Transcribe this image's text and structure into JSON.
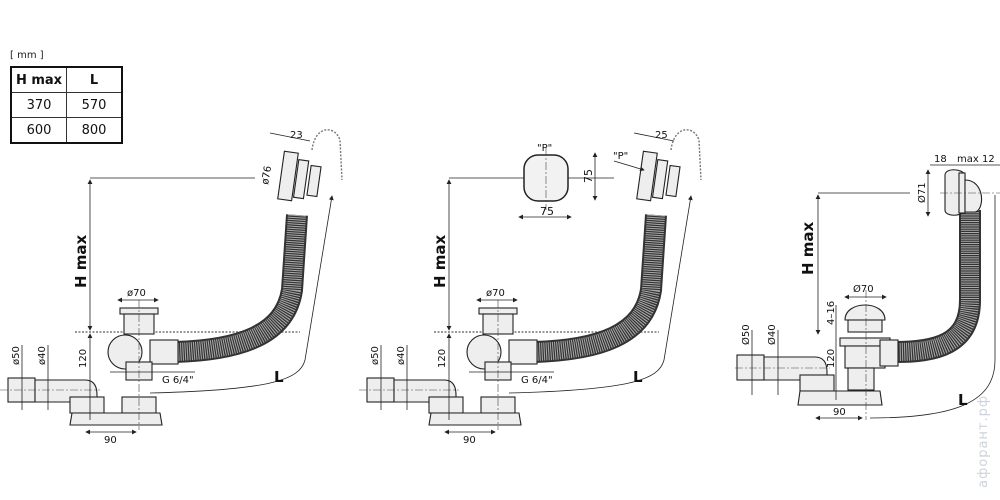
{
  "table": {
    "units": "[ mm ]",
    "headers": [
      "H max",
      "L"
    ],
    "rows": [
      [
        "370",
        "570"
      ],
      [
        "600",
        "800"
      ]
    ]
  },
  "drawing_1": {
    "h_max": "H max",
    "overflow_dia": "ø76",
    "overflow_depth": "23",
    "plug_dia": "ø70",
    "height": "120",
    "thread": "G 6/4\"",
    "pipe_dia_outer": "ø50",
    "pipe_dia_inner": "ø40",
    "offset": "90",
    "length": "L"
  },
  "drawing_2": {
    "h_max": "H max",
    "cap_label": "\"P\"",
    "cap_width": "75",
    "cap_height": "75",
    "overflow_label": "\"P\"",
    "overflow_depth": "25",
    "plug_dia": "ø70",
    "height": "120",
    "thread": "G 6/4\"",
    "pipe_dia_outer": "ø50",
    "pipe_dia_inner": "ø40",
    "offset": "90",
    "length": "L"
  },
  "drawing_3": {
    "h_max": "H max",
    "overflow_dia": "Ø71",
    "overflow_depth": "18",
    "wall_max": "max 12",
    "plug_dia": "Ø70",
    "plug_range": "4–16",
    "height": "120",
    "pipe_dia_outer": "Ø50",
    "pipe_dia_inner": "Ø40",
    "offset": "90",
    "length": "L"
  },
  "watermark": "афорант.рф"
}
